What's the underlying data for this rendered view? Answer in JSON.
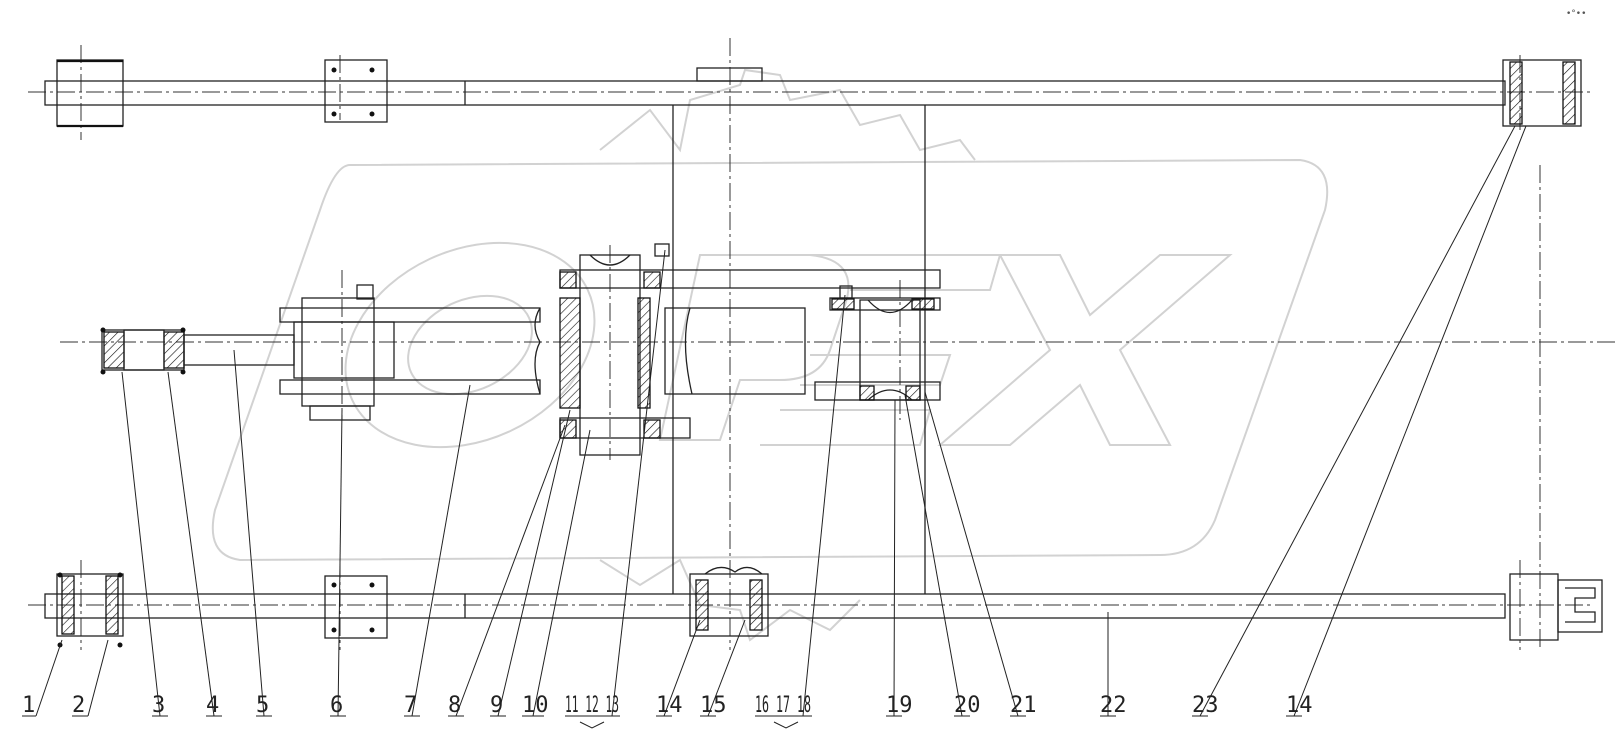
{
  "corner_mark": "•°••",
  "watermark": {
    "text": "OPEX",
    "color": "#d0d0d0"
  },
  "callouts": [
    {
      "id": "1",
      "label": "1"
    },
    {
      "id": "2",
      "label": "2"
    },
    {
      "id": "3",
      "label": "3"
    },
    {
      "id": "4",
      "label": "4"
    },
    {
      "id": "5",
      "label": "5"
    },
    {
      "id": "6",
      "label": "6"
    },
    {
      "id": "7",
      "label": "7"
    },
    {
      "id": "8",
      "label": "8"
    },
    {
      "id": "9",
      "label": "9"
    },
    {
      "id": "10",
      "label": "10"
    },
    {
      "id": "11-13",
      "label": "11 12 13"
    },
    {
      "id": "14",
      "label": "14"
    },
    {
      "id": "15",
      "label": "15"
    },
    {
      "id": "16-18",
      "label": "16 17 18"
    },
    {
      "id": "19",
      "label": "19"
    },
    {
      "id": "20",
      "label": "20"
    },
    {
      "id": "21",
      "label": "21"
    },
    {
      "id": "22",
      "label": "22"
    },
    {
      "id": "23",
      "label": "23"
    },
    {
      "id": "14b",
      "label": "14"
    }
  ]
}
